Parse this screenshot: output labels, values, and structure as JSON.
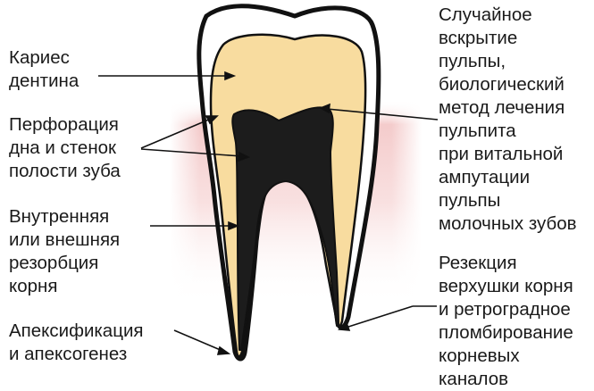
{
  "labels": {
    "caries": "Кариес\nдентина",
    "perforation": "Перфорация\nдна и стенок\nполости зуба",
    "resorption": "Внутренняя\nили внешняя\nрезорбция\nкорня",
    "apexification": "Апексификация\nи апексогенез",
    "pulp_exposure": "Случайное\nвскрытие\nпульпы,\nбиологический\nметод лечения\nпульпита\nпри витальной\nампутации\nпульпы\nмолочных зубов",
    "resection": "Резекция\nверхушки корня\nи ретроградное\nпломбирование\nкорневых\nканалов"
  },
  "colors": {
    "dentin": "#f8dc9f",
    "pulp": "#1c1c1c",
    "outline": "#111111",
    "gum": "#f2c2c2"
  }
}
